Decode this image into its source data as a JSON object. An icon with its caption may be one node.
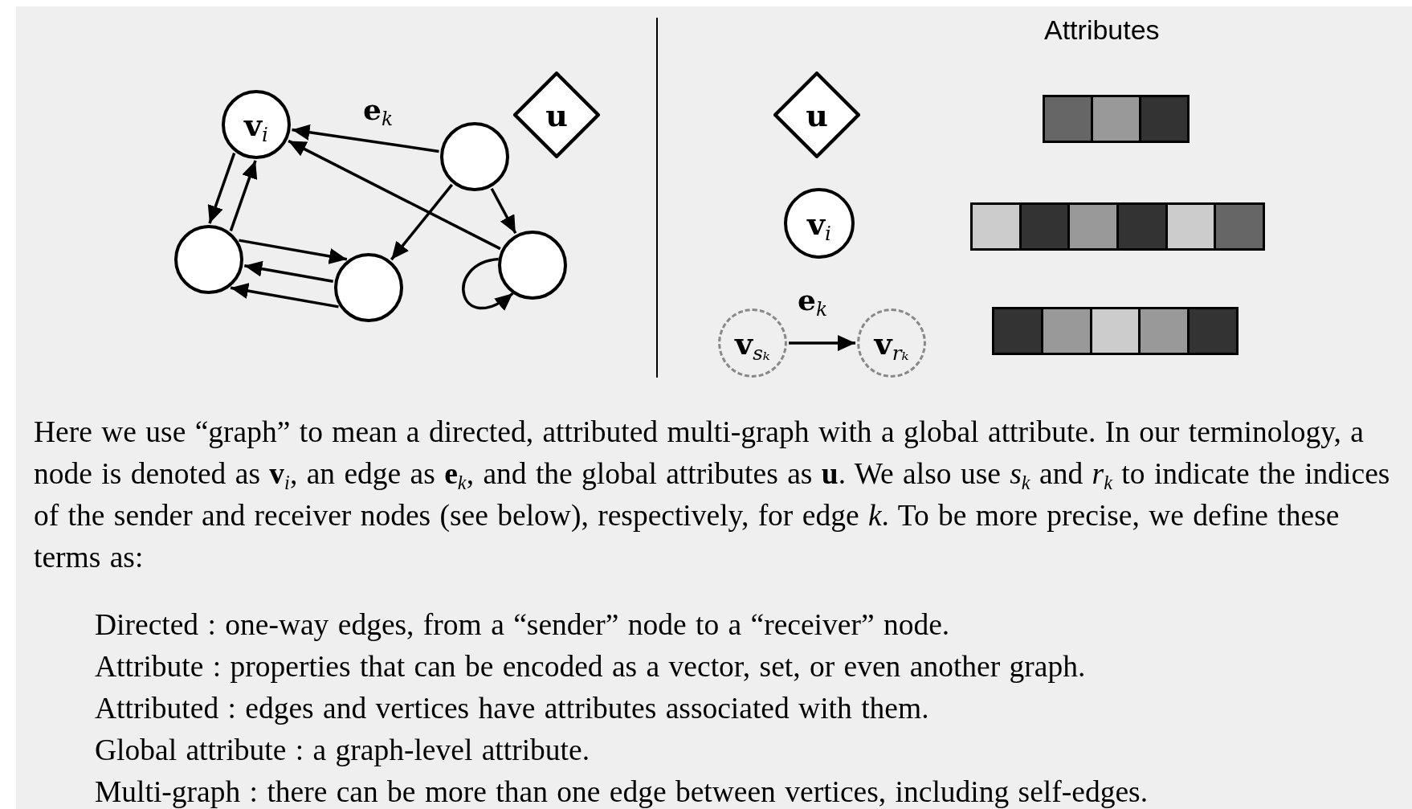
{
  "diagram": {
    "nodes": [
      {
        "text": [
          "**v**$_{i}$"
        ]
      },
      {
        "text": [],
        "shape": "circle"
      },
      {
        "text": [
          "u"
        ]
      },
      {
        "text": [],
        "shape": "circle"
      },
      {
        "text": [],
        "shape": "circle"
      },
      {
        "text": [],
        "shape": "circle"
      },
      {
        "text": [
          "u"
        ]
      },
      {
        "text": [
          "**v**$_{i}$"
        ]
      },
      {
        "text": [
          "**v**$_{sₖ}$"
        ]
      },
      {
        "text": [
          "**v**$_{rₖ}$"
        ]
      }
    ],
    "edges": [
      {
        "from": 1,
        "to": 0,
        "arrow": "to",
        "label": "**e**$_{k}$"
      },
      {
        "from": 5,
        "to": 0,
        "arrow": "to"
      },
      {
        "from": 0,
        "to": 3,
        "arrow": "to"
      },
      {
        "from": 3,
        "to": 0,
        "arrow": "to"
      },
      {
        "from": 3,
        "to": 4,
        "arrow": "to"
      },
      {
        "from": 4,
        "to": 3,
        "arrow": "to"
      },
      {
        "from": 4,
        "to": 3,
        "arrow": "to"
      },
      {
        "from": 1,
        "to": 5,
        "arrow": "to"
      },
      {
        "from": 1,
        "to": 4,
        "arrow": "to"
      },
      {
        "from": 5,
        "to": 5,
        "arrow": "to"
      },
      {
        "from": 8,
        "to": 9,
        "arrow": "to",
        "label": "**e**$_{k}$"
      }
    ],
    "labels": [
      "Attributes",
      "Here we use “graph” to mean a directed, attributed multi-graph with a global attribute. In our terminology, a node is denoted as **v**$_{i}$, an edge as **e**$_{k}$, and the global attributes as **u**. We also use *s*$_{k}$ and *r*$_{k}$ to indicate the indices of the sender and receiver nodes (see below), respectively, for edge *k*. To be more precise, we define these terms as:",
      "Directed : one-way edges, from a “sender” node to a “receiver” node.",
      "Attribute : properties that can be encoded as a vector, set, or even another graph.",
      "Attributed : edges and vertices have attributes associated with them.",
      "Global attribute : a graph-level attribute.",
      "Multi-graph : there can be more than one edge between vertices, including self-edges."
    ]
  }
}
